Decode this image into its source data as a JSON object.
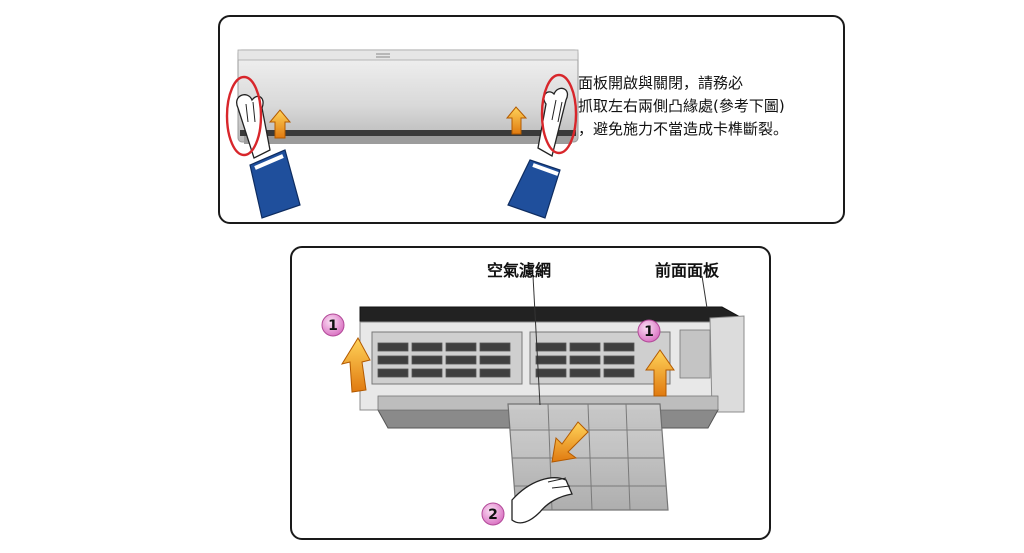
{
  "top_panel": {
    "instruction_lines": [
      "面板開啟與關閉，請務必",
      "抓取左右兩側凸緣處(參考下圖)",
      "，避免施力不當造成卡榫斷裂。"
    ]
  },
  "bottom_panel": {
    "label_air_filter": "空氣濾網",
    "label_front_panel": "前面面板",
    "step_markers": [
      "1",
      "1",
      "2"
    ]
  },
  "colors": {
    "highlight_ring": "#d8262b",
    "arrow_orange": "#f0a020",
    "sleeve_blue": "#1f4f9c",
    "step_marker_pink": "#e58ad0"
  }
}
